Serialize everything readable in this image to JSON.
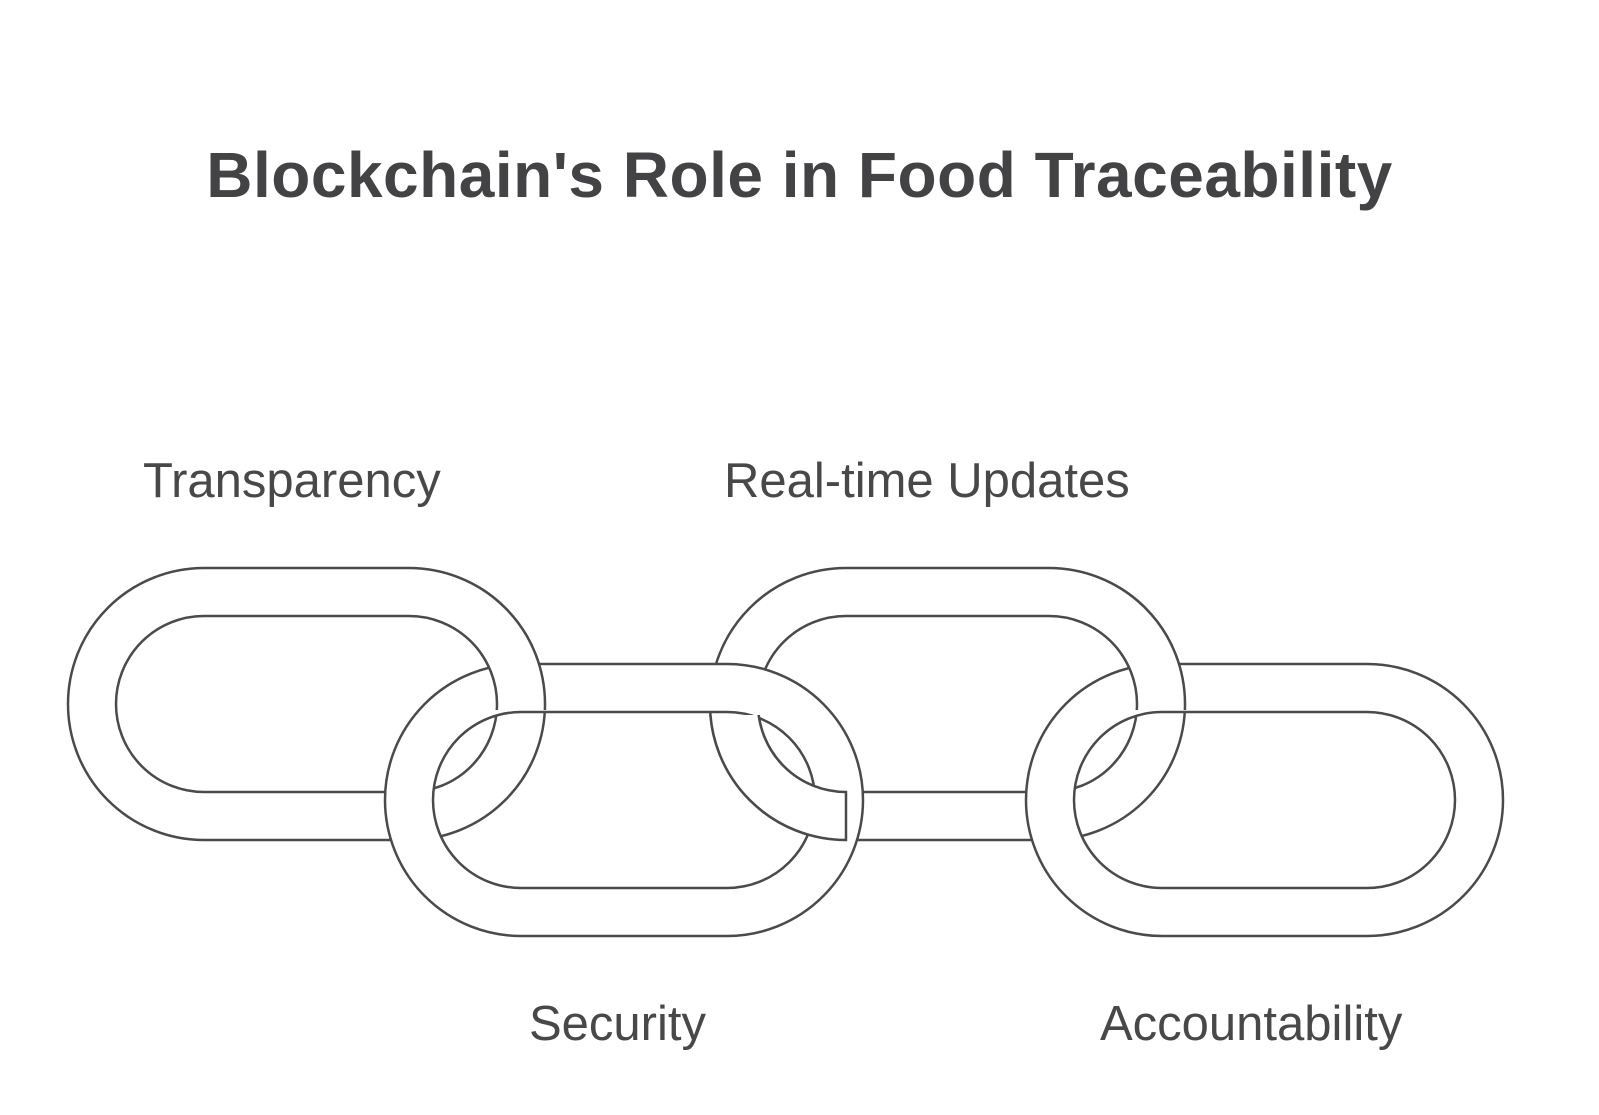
{
  "title": "Blockchain's Role in Food Traceability",
  "links": [
    {
      "label": "Transparency",
      "position": "top"
    },
    {
      "label": "Security",
      "position": "bottom"
    },
    {
      "label": "Real-time Updates",
      "position": "top"
    },
    {
      "label": "Accountability",
      "position": "bottom"
    }
  ],
  "colors": {
    "text": "#434244",
    "link_stroke": "#4a4a4a",
    "link_fill": "#ffffff",
    "background": "#ffffff"
  }
}
